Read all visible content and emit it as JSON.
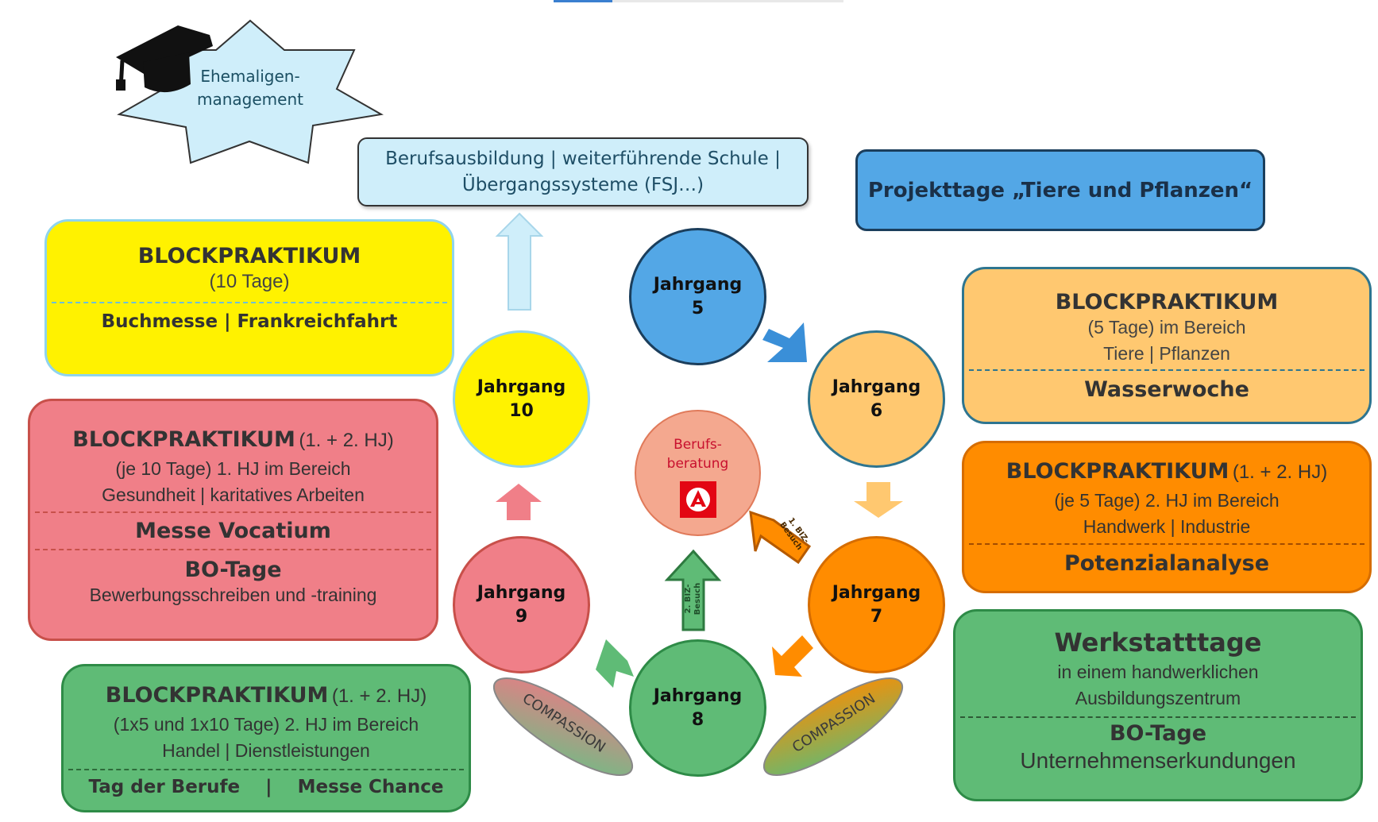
{
  "ehemaligen": {
    "line1": "Ehemaligen-",
    "line2": "management"
  },
  "berufsausbildung": {
    "line1": "Berufsausbildung | weiterführende Schule |",
    "line2": "Übergangssysteme (FSJ…)"
  },
  "projekttage": {
    "label": "Projekttage „Tiere und Pflanzen“"
  },
  "box_10": {
    "title": "BLOCKPRAKTIKUM",
    "sub": "(10 Tage)",
    "bottom": "Buchmesse | Frankreichfahrt"
  },
  "box_9": {
    "title": "BLOCKPRAKTIKUM",
    "title_suffix": "(1. + 2. HJ)",
    "line2": "(je 10 Tage) 1. HJ im Bereich",
    "line3": "Gesundheit | karitatives Arbeiten",
    "messe": "Messe Vocatium",
    "bo_title": "BO-Tage",
    "bo_sub": "Bewerbungsschreiben und -training"
  },
  "box_8": {
    "title": "BLOCKPRAKTIKUM",
    "title_suffix": "(1. + 2. HJ)",
    "line2": "(1x5 und 1x10 Tage) 2. HJ im Bereich",
    "line3": "Handel | Dienstleistungen",
    "bottom_left": "Tag der Berufe",
    "separator": "|",
    "bottom_right": "Messe Chance"
  },
  "box_6": {
    "title": "BLOCKPRAKTIKUM",
    "line2": "(5 Tage) im Bereich",
    "line3": "Tiere | Pflanzen",
    "bottom": "Wasserwoche"
  },
  "box_7": {
    "title": "BLOCKPRAKTIKUM",
    "title_suffix": "(1. + 2. HJ)",
    "line2": "(je 5 Tage) 2. HJ im Bereich",
    "line3": "Handwerk | Industrie",
    "bottom": "Potenzialanalyse"
  },
  "box_werk": {
    "title": "Werkstatttage",
    "line2": "in einem handwerklichen",
    "line3": "Ausbildungszentrum",
    "bo_title": "BO-Tage",
    "bo_sub": "Unternehmenserkundungen"
  },
  "circles": {
    "j5": {
      "line1": "Jahrgang",
      "line2": "5"
    },
    "j6": {
      "line1": "Jahrgang",
      "line2": "6"
    },
    "j7": {
      "line1": "Jahrgang",
      "line2": "7"
    },
    "j8": {
      "line1": "Jahrgang",
      "line2": "8"
    },
    "j9": {
      "line1": "Jahrgang",
      "line2": "9"
    },
    "j10": {
      "line1": "Jahrgang",
      "line2": "10"
    }
  },
  "berufsberatung": {
    "line1": "Berufs-",
    "line2": "beratung"
  },
  "compassion": {
    "left": "COMPASSION",
    "right": "COMPASSION"
  },
  "biz": {
    "first_line1": "1. BIZ-",
    "first_line2": "Besuch",
    "second_line1": "2. BIZ-",
    "second_line2": "Besuch"
  },
  "colors": {
    "yellow": "#fff200",
    "red": "#f07f88",
    "green": "#5fbb76",
    "light_orange": "#ffc870",
    "orange": "#ff8c00",
    "blue": "#53a7e6",
    "light_blue": "#cfeefa",
    "accent_blue": "#3a8fd8"
  }
}
